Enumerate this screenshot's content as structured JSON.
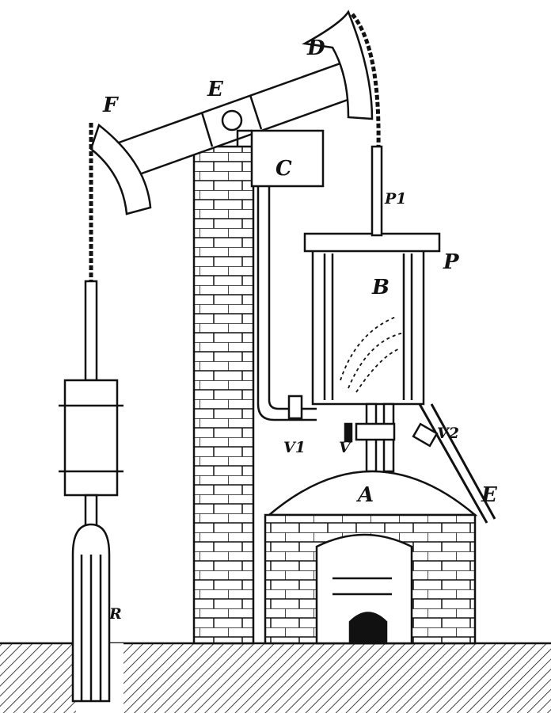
{
  "title": "Newcomen atmospheric engine",
  "labels": {
    "D": "D",
    "E_beam": "E",
    "F": "F",
    "C": "C",
    "P1": "P1",
    "B": "B",
    "P": "P",
    "V1": "V1",
    "V": "V",
    "V2": "V2",
    "A": "A",
    "E_pipe": "E",
    "R": "R"
  },
  "colors": {
    "ink": "#111111",
    "paper": "#ffffff"
  }
}
